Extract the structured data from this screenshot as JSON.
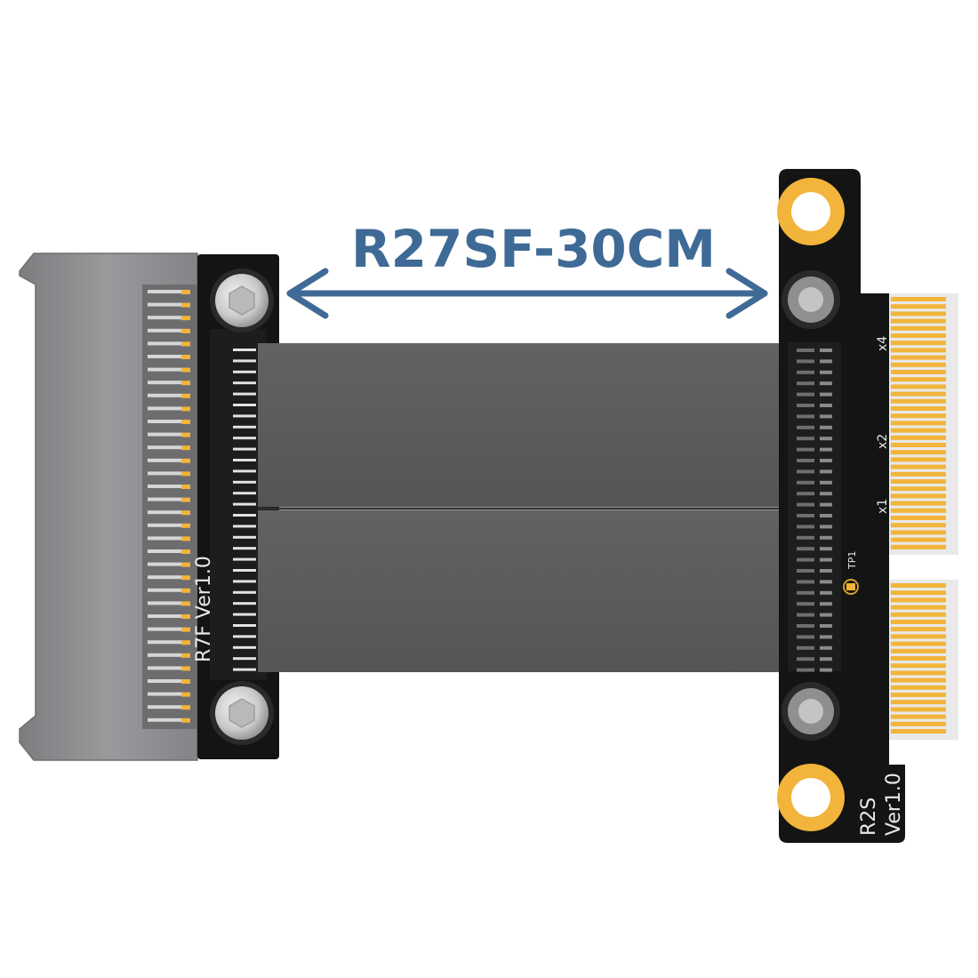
{
  "title": "R27SF-30CM",
  "left_board": {
    "label": "R7F  Ver1.0"
  },
  "right_board": {
    "model": "R2S",
    "version": "Ver1.0",
    "lane_labels": [
      "x4",
      "x2",
      "x1"
    ],
    "test_point": "TP1"
  },
  "colors": {
    "title": "#3f6a96",
    "arrow": "#3f6a96",
    "pcb": "#141414",
    "cable": "#5b5b5d",
    "gold": "#f2b43a",
    "connector_housing": "#8c8c8f"
  }
}
